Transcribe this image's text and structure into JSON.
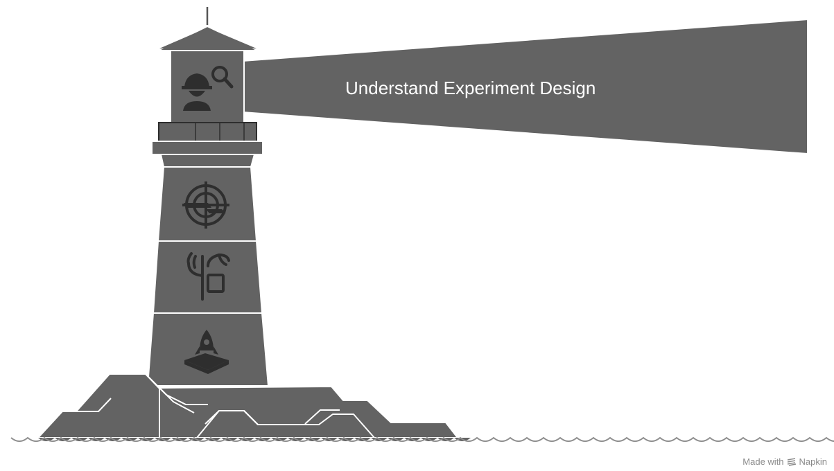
{
  "diagram": {
    "beam_label": "Understand Experiment Design",
    "icons": [
      "engineer-search-icon",
      "target-icon",
      "antlers-icon",
      "rocket-launch-icon"
    ],
    "colors": {
      "fill": "#636363",
      "outline": "#ffffff",
      "water": "#8f8f8f"
    }
  },
  "footer": {
    "made_with": "Made with",
    "brand": "Napkin"
  }
}
